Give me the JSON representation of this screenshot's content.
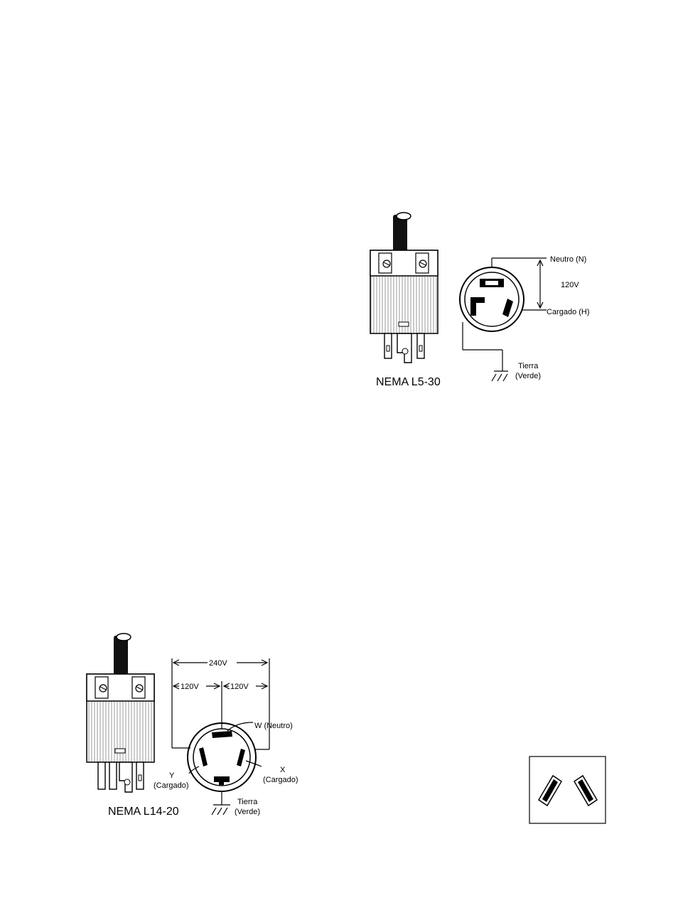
{
  "l530": {
    "title": "NEMA L5-30",
    "neutral": "Neutro (N)",
    "voltage": "120V",
    "hot": "Cargado (H)",
    "ground": "Tierra",
    "ground_color": "(Verde)"
  },
  "l1420": {
    "title": "NEMA L14-20",
    "total_voltage": "240V",
    "left_voltage": "120V",
    "right_voltage": "120V",
    "w_label": "W (Neutro)",
    "x_label": "X",
    "x_sub": "(Cargado)",
    "y_label": "Y",
    "y_sub": "(Cargado)",
    "ground": "Tierra",
    "ground_color": "(Verde)"
  }
}
